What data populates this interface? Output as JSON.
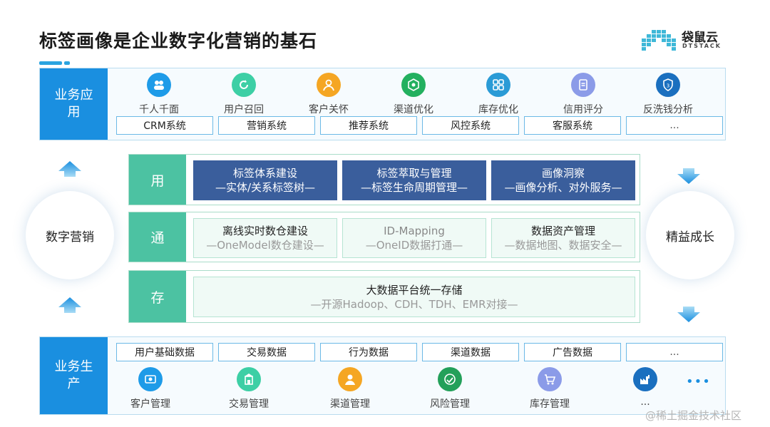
{
  "title": "标签画像是企业数字化营销的基石",
  "logo": {
    "name": "袋鼠云",
    "sub": "DTSTACK"
  },
  "business_apps": {
    "label": "业务应用",
    "icons": [
      {
        "label": "千人千面",
        "icon": "people-icon",
        "color": "#1e9be8"
      },
      {
        "label": "用户召回",
        "icon": "recall-icon",
        "color": "#3dcfa5"
      },
      {
        "label": "客户关怀",
        "icon": "user-care-icon",
        "color": "#f5a623"
      },
      {
        "label": "渠道优化",
        "icon": "network-icon",
        "color": "#23b05f"
      },
      {
        "label": "库存优化",
        "icon": "grid-icon",
        "color": "#2a9bd6"
      },
      {
        "label": "信用评分",
        "icon": "document-icon",
        "color": "#8b9be8"
      },
      {
        "label": "反洗钱分析",
        "icon": "shield-icon",
        "color": "#1a6fbf"
      }
    ],
    "systems": [
      "CRM系统",
      "营销系统",
      "推荐系统",
      "风控系统",
      "客服系统",
      "..."
    ]
  },
  "left_circle": "数字营销",
  "right_circle": "精益成长",
  "layers": {
    "yong": {
      "label": "用",
      "boxes": [
        {
          "main": "标签体系建设",
          "sub": "—实体/关系标签树—"
        },
        {
          "main": "标签萃取与管理",
          "sub": "—标签生命周期管理—"
        },
        {
          "main": "画像洞察",
          "sub": "—画像分析、对外服务—"
        }
      ]
    },
    "tong": {
      "label": "通",
      "boxes": [
        {
          "main": "离线实时数仓建设",
          "sub": "—OneModel数仓建设—"
        },
        {
          "main": "ID-Mapping",
          "sub": "—OneID数据打通—"
        },
        {
          "main": "数据资产管理",
          "sub": "—数据地图、数据安全—"
        }
      ]
    },
    "cun": {
      "label": "存",
      "main": "大数据平台统一存储",
      "sub": "—开源Hadoop、CDH、TDH、EMR对接—"
    }
  },
  "business_production": {
    "label": "业务生产",
    "data_types": [
      "用户基础数据",
      "交易数据",
      "行为数据",
      "渠道数据",
      "广告数据",
      "..."
    ],
    "icons": [
      {
        "label": "客户管理",
        "icon": "id-card-icon",
        "color": "#1e9be8"
      },
      {
        "label": "交易管理",
        "icon": "building-icon",
        "color": "#3dcfa5"
      },
      {
        "label": "渠道管理",
        "icon": "person-icon",
        "color": "#f5a623"
      },
      {
        "label": "风险管理",
        "icon": "risk-icon",
        "color": "#23a05a"
      },
      {
        "label": "库存管理",
        "icon": "cart-icon",
        "color": "#8b9be8"
      },
      {
        "label": "...",
        "icon": "factory-icon",
        "color": "#1a6fbf"
      }
    ],
    "more": "•••"
  },
  "watermark": "@稀土掘金技术社区"
}
